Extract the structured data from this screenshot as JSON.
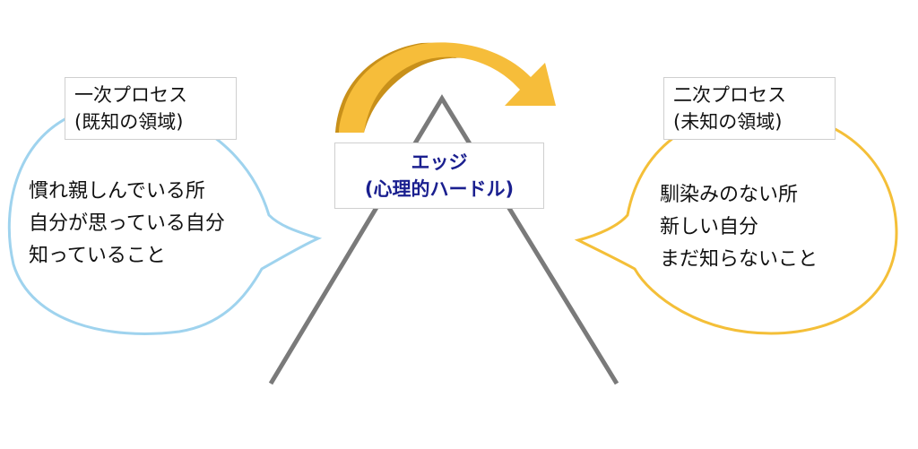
{
  "colors": {
    "left_bubble_stroke": "#9fd3ee",
    "right_bubble_stroke": "#f4bf38",
    "arrow_fill": "#f6bd3a",
    "arrow_shade": "#c8901a",
    "mountain_stroke": "#7a7a7a",
    "edge_text": "#1a1f8f"
  },
  "left": {
    "title_line1": "一次プロセス",
    "title_line2": "(既知の領域)",
    "bubble_lines": [
      "慣れ親しんでいる所",
      "自分が思っている自分",
      "知っていること"
    ]
  },
  "right": {
    "title_line1": "二次プロセス",
    "title_line2": "(未知の領域)",
    "bubble_lines": [
      "馴染みのない所",
      "新しい自分",
      "まだ知らないこと"
    ]
  },
  "edge": {
    "line1": "エッジ",
    "line2": "(心理的ハードル)"
  }
}
